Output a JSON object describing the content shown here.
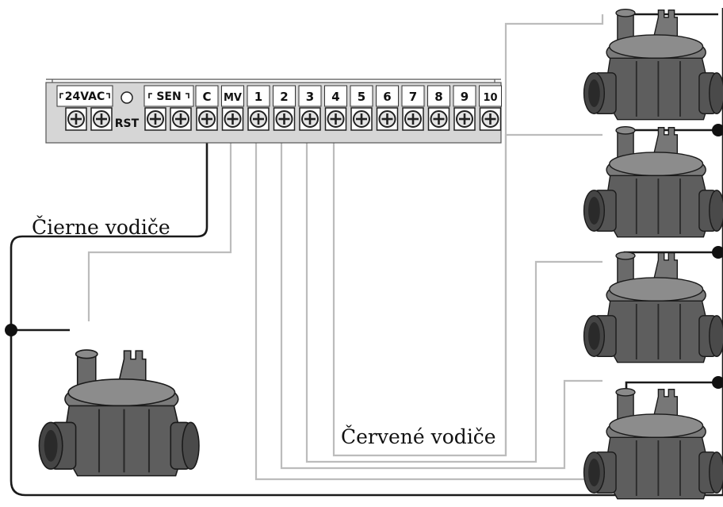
{
  "terminal_block": {
    "groups": {
      "power": "24VAC",
      "reset": "RST",
      "sensor": "SEN"
    },
    "terminals": [
      "C",
      "MV",
      "1",
      "2",
      "3",
      "4",
      "5",
      "6",
      "7",
      "8",
      "9",
      "10"
    ]
  },
  "labels": {
    "black_wires": "Čierne vodiče",
    "red_wires": "Červené vodiče"
  },
  "colors": {
    "black_wire": "#1a1a1a",
    "red_wire": "#bcbcbc",
    "panel": "#d6d6d6",
    "valve_body": "#5e5e5e"
  }
}
